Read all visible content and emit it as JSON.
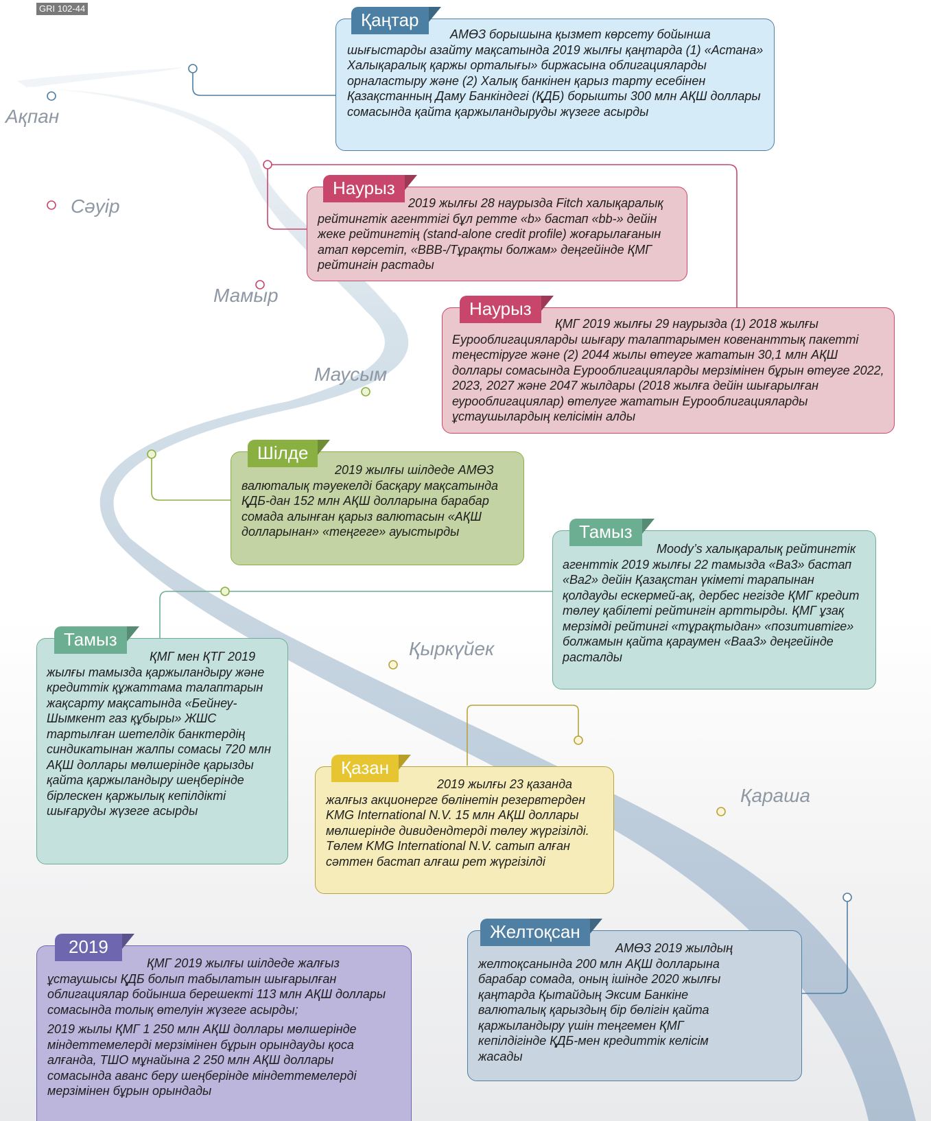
{
  "gri_label": "GRI 102-44",
  "months": {
    "akpan": "Ақпан",
    "sauir": "Сәуір",
    "mamyr": "Мамыр",
    "mausym": "Маусым",
    "kyrkuyek": "Қыркүйек",
    "karasha": "Қараша"
  },
  "events": {
    "jan": {
      "tag": "Қаңтар",
      "text": "АМӨЗ борышына қызмет көрсету бойынша шығыстарды азайту мақсатында 2019 жылғы қаңтарда (1) «Астана» Халықаралық қаржы орталығы» биржасына облигацияларды орналастыру және (2) Халық банкінен қарыз тарту есебінен Қазақстанның Даму Банкіндегі (ҚДБ) борышты 300 млн АҚШ доллары сомасында қайта қаржыландыруды жүзеге асырды"
    },
    "mar1": {
      "tag": "Наурыз",
      "text": "2019 жылғы 28 наурызда Fitch халықаралық рейтингтік агенттігі бұл ретте «b» бастап «bb-» дейін жеке рейтингтің (stand-alone credit profile) жоғарылағанын атап көрсетіп, «ВВВ-/Тұрақты болжам» деңгейінде ҚМГ рейтингін растады"
    },
    "mar2": {
      "tag": "Наурыз",
      "text": "ҚМГ 2019 жылғы 29 наурызда (1) 2018 жылғы Еурооблигацияларды шығару талаптарымен ковенанттық пакетті теңестіруге және (2) 2044 жылы өтеуге жататын 30,1 млн АҚШ доллары сомасында Еурооблигацияларды мерзімінен бұрын өтеуге 2022, 2023, 2027 және 2047 жылдары (2018 жылға дейін шығарылған еурооблигациялар) өтелуге жататын Еурооблигацияларды ұстаушылардың келісімін алды"
    },
    "jul": {
      "tag": "Шілде",
      "text": "2019 жылғы шілдеде АМӨЗ валюталық тәуекелді басқару мақсатында ҚДБ-дан 152 млн АҚШ долларына барабар сомада алынған қарыз валютасын «АҚШ долларынан» «теңгеге» ауыстырды"
    },
    "aug1": {
      "tag": "Тамыз",
      "text": "Moody’s халықаралық рейтингтік агенттік 2019 жылғы 22 тамызда «Ва3» бастап «Ва2» дейін Қазақстан үкіметі тарапынан қолдауды ескермей-ақ, дербес негізде ҚМГ кредит төлеу қабілеті рейтингін арттырды. ҚМГ ұзақ мерзімді рейтингі «тұрақтыдан» «позитивтіге» болжамын қайта қараумен «Ваа3» деңгейінде расталды"
    },
    "aug2": {
      "tag": "Тамыз",
      "text": "ҚМГ мен ҚТГ 2019 жылғы тамызда қаржыландыру және кредиттік құжаттама талаптарын жақсарту мақсатында «Бейнеу-Шымкент газ құбыры» ЖШС тартылған шетелдік банктердің синдикатынан жалпы сомасы 720 млн АҚШ доллары мөлшерінде қарызды қайта қаржыландыру шеңберінде бірлескен қаржылық кепілдікті шығаруды жүзеге асырды"
    },
    "oct": {
      "tag": "Қазан",
      "text": "2019 жылғы 23 қазанда жалғыз акционерге бөлінетін резервтерден KMG International N.V. 15 млн АҚШ доллары мөлшерінде дивидендтерді төлеу жүргізілді. Төлем KMG International N.V. сатып алған сәттен бастап алғаш рет жүргізілді"
    },
    "dec": {
      "tag": "Желтоқсан",
      "text": "АМӨЗ 2019 жылдың желтоқсанында 200 млн АҚШ долларына барабар сомада, оның ішінде 2020 жылғы қаңтарда Қытайдың Эксим Банкіне валюталық қарыздың бір бөлігін қайта қаржыландыру үшін теңгемен ҚМГ кепілдігінде ҚДБ-мен кредиттік келісім жасады"
    },
    "y2019": {
      "tag": "2019",
      "text1": "ҚМГ 2019 жылғы шілдеде жалғыз ұстаушысы ҚДБ болып табылатын шығарылған облигациялар бойынша берешекті 113 млн АҚШ доллары сомасында толық өтелуін жүзеге асырды;",
      "text2": "2019 жылы ҚМГ 1 250 млн АҚШ доллары мөлшерінде міндеттемелерді мерзімінен бұрын орындауды қоса алғанда, ТШО мұнайына 2 250 млн АҚШ доллары сомасында аванс беру шеңберінде міндеттемелерді мерзімінен бұрын орындады"
    }
  },
  "colors": {
    "blue": "#4b7fa3",
    "red": "#c7466a",
    "green": "#8bb042",
    "teal": "#6cae92",
    "yellow": "#e6c531",
    "steel": "#507fa4",
    "purple": "#6f66b0",
    "road": "#bccfdc"
  }
}
